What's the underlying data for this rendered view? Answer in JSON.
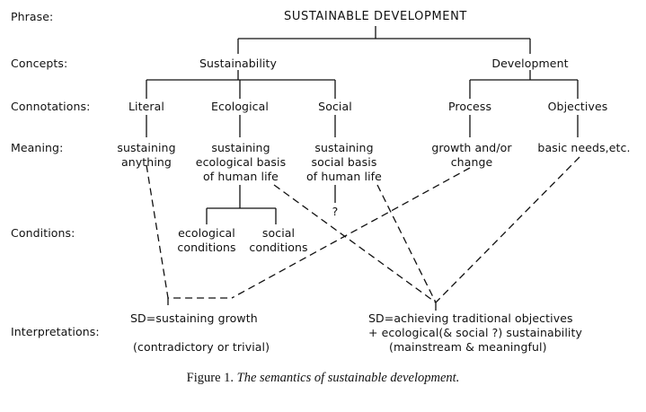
{
  "rows": {
    "phrase": "Phrase:",
    "concepts": "Concepts:",
    "connotations": "Connotations:",
    "meaning": "Meaning:",
    "conditions": "Conditions:",
    "interpretations": "Interpretations:"
  },
  "phrase": "SUSTAINABLE DEVELOPMENT",
  "concepts": {
    "sustainability": "Sustainability",
    "development": "Development"
  },
  "connotations": {
    "literal": "Literal",
    "ecological": "Ecological",
    "social": "Social",
    "process": "Process",
    "objectives": "Objectives"
  },
  "meanings": {
    "literal": [
      "sustaining",
      "anything"
    ],
    "ecological": [
      "sustaining",
      "ecological basis",
      "of human life"
    ],
    "social": [
      "sustaining",
      "social basis",
      "of human life"
    ],
    "process": [
      "growth and/or",
      "change"
    ],
    "objectives": [
      "basic needs,etc."
    ]
  },
  "conditions": {
    "ecological": [
      "ecological",
      "conditions"
    ],
    "social": [
      "social",
      "conditions"
    ],
    "unknown": "?"
  },
  "interpretations": {
    "left": [
      "SD=sustaining growth",
      "(contradictory or trivial)"
    ],
    "right": [
      "SD=achieving traditional objectives",
      "+ ecological(& social ?) sustainability",
      "(mainstream & meaningful)"
    ]
  },
  "caption": {
    "label": "Figure 1.",
    "text": "The semantics of sustainable development."
  }
}
